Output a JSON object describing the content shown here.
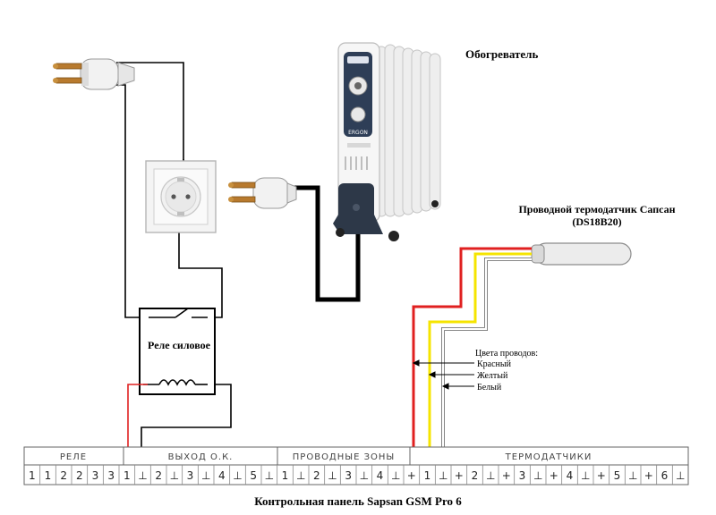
{
  "labels": {
    "heater": "Обогреватель",
    "sensor_title": "Проводной термодатчик Сапсан",
    "sensor_model": "(DS18B20)",
    "relay": "Реле силовое",
    "panel_caption": "Контрольная панель Sapsan GSM Pro 6"
  },
  "legend": {
    "title": "Цвета проводов:",
    "items": [
      "Красный",
      "Желтый",
      "Белый"
    ]
  },
  "terminal_strip": {
    "sections": [
      "РЕЛЕ",
      "ВЫХОД О.К.",
      "ПРОВОДНЫЕ ЗОНЫ",
      "ТЕРМОДАТЧИКИ"
    ],
    "terminals": [
      "1",
      "1",
      "2",
      "2",
      "3",
      "3",
      "1",
      "⊥",
      "2",
      "⊥",
      "3",
      "⊥",
      "4",
      "⊥",
      "5",
      "⊥",
      "1",
      "⊥",
      "2",
      "⊥",
      "3",
      "⊥",
      "4",
      "⊥",
      "+",
      "1",
      "⊥",
      "+",
      "2",
      "⊥",
      "+",
      "3",
      "⊥",
      "+",
      "4",
      "⊥",
      "+",
      "5",
      "⊥",
      "+",
      "6",
      "⊥"
    ]
  },
  "wire_colors": {
    "red": "#e02020",
    "yellow": "#f5e400",
    "white": "#ffffff",
    "black": "#000000"
  },
  "heater_brand": "ERGON"
}
